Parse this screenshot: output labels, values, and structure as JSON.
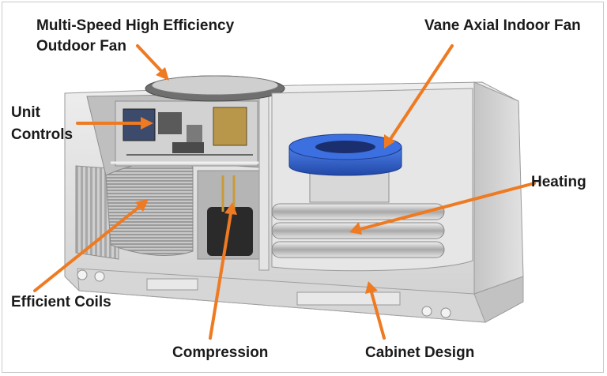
{
  "diagram": {
    "labels": {
      "outdoor_fan_line1": "Multi-Speed High Efficiency",
      "outdoor_fan_line2": "Outdoor Fan",
      "indoor_fan": "Vane Axial Indoor Fan",
      "unit_controls_line1": "Unit",
      "unit_controls_line2": "Controls",
      "heating": "Heating",
      "efficient_coils": "Efficient Coils",
      "compression": "Compression",
      "cabinet_design": "Cabinet Design"
    },
    "colors": {
      "arrow": "#ee7a22",
      "label_text": "#1a1a1a",
      "cabinet": "#dcdcdc",
      "indoor_fan": "#2f5fcf"
    }
  }
}
